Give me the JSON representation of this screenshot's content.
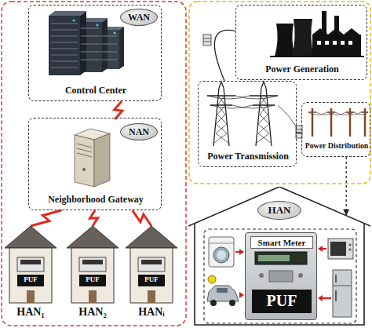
{
  "diagram": {
    "nodes": [
      {
        "text": [
          "WAN",
          "Control Center"
        ]
      },
      {
        "text": [
          "NAN",
          "Neighborhood Gateway"
        ]
      },
      {
        "text": [
          "PUF",
          "HAN₁"
        ]
      },
      {
        "text": [
          "PUF",
          "HAN₂"
        ]
      },
      {
        "text": [
          "PUF",
          "HANᵢ"
        ]
      },
      {
        "text": [
          "Power Generation"
        ]
      },
      {
        "text": [
          "Power Transmission"
        ]
      },
      {
        "text": [
          "Power Distribution"
        ]
      },
      {
        "text": [
          "HAN"
        ]
      },
      {
        "text": [
          "Smart Meter",
          "PUF"
        ],
        "in": 8
      }
    ],
    "edges": [
      {
        "from": 0,
        "to": 1,
        "arrow": "none"
      },
      {
        "from": 1,
        "to": 2,
        "arrow": "none"
      },
      {
        "from": 1,
        "to": 3,
        "arrow": "none"
      },
      {
        "from": 1,
        "to": 4,
        "arrow": "none"
      },
      {
        "from": 5,
        "to": 6,
        "arrow": "none"
      },
      {
        "from": 6,
        "to": 7,
        "arrow": "none"
      },
      {
        "from": 7,
        "to": 8,
        "arrow": "to"
      }
    ]
  }
}
